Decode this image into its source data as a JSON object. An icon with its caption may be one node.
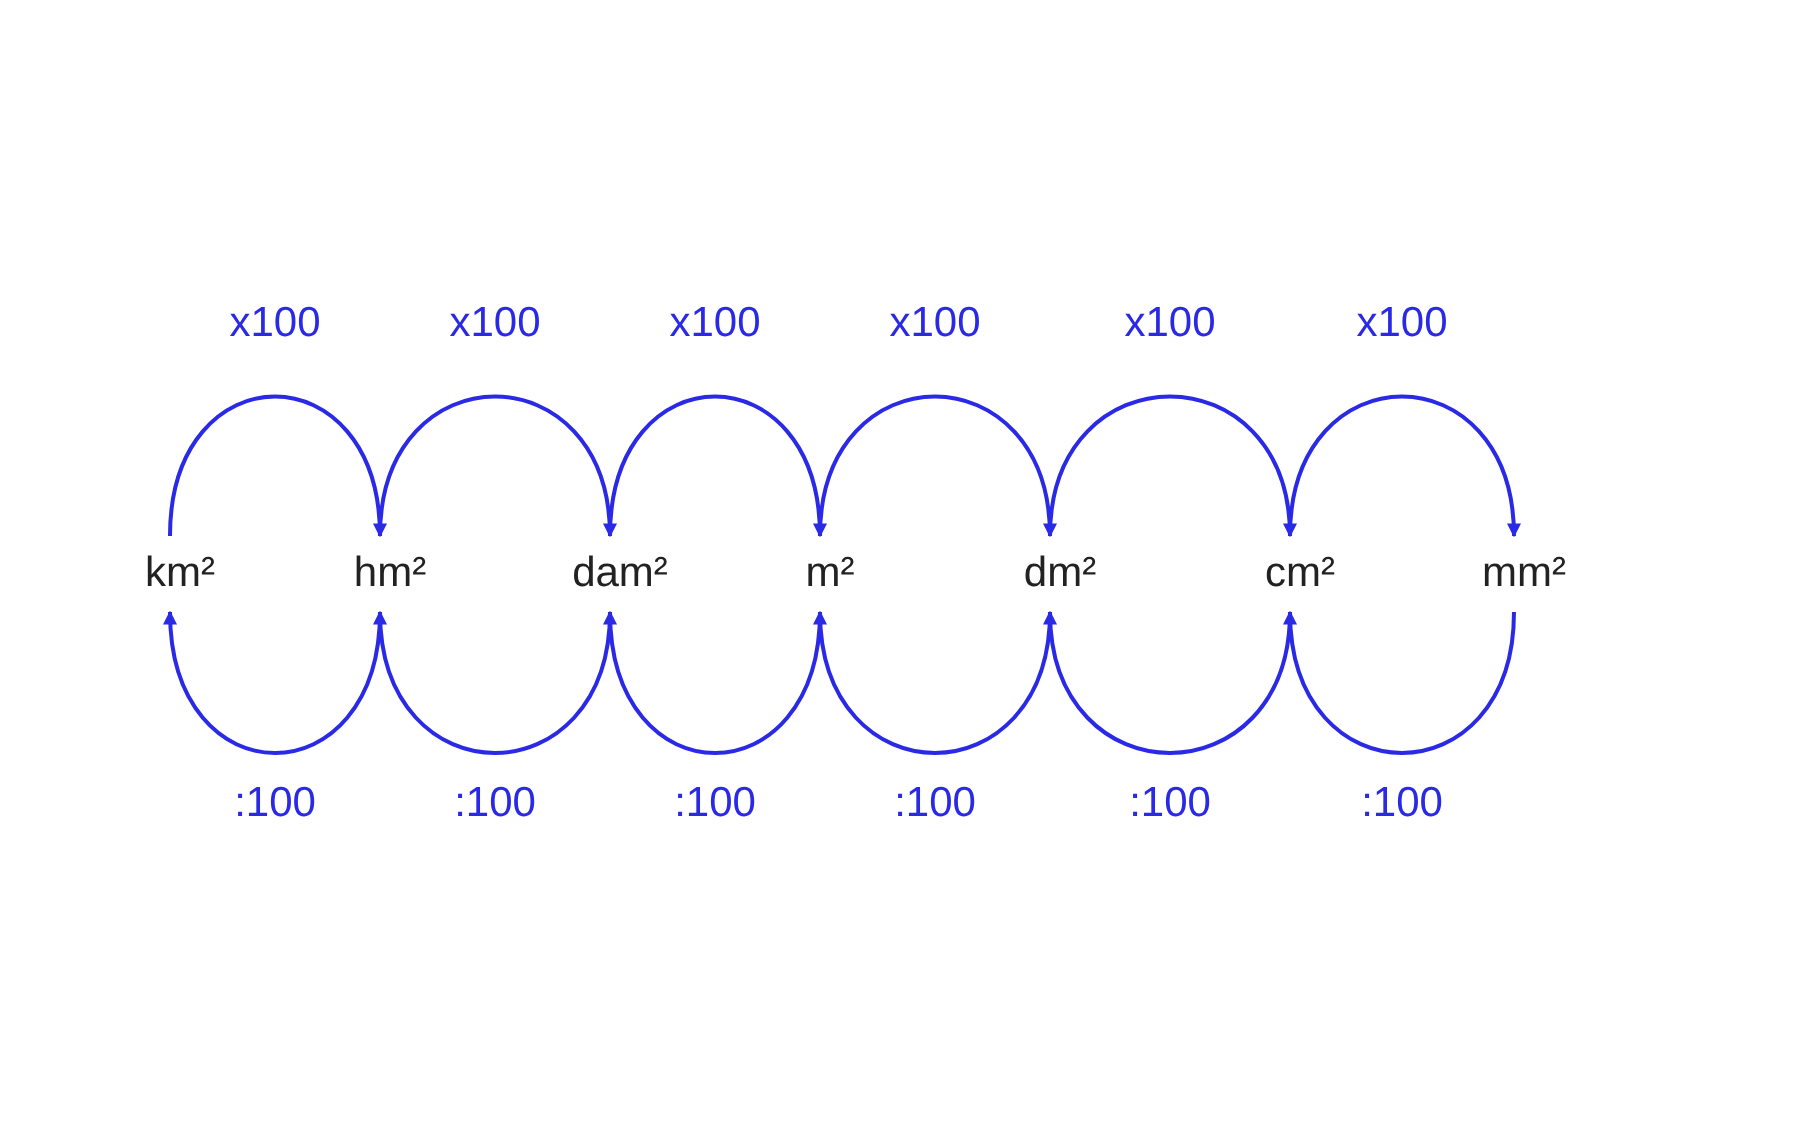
{
  "diagram": {
    "nodes": [
      {
        "text": [
          "km²"
        ]
      },
      {
        "text": [
          "hm²"
        ]
      },
      {
        "text": [
          "dam²"
        ]
      },
      {
        "text": [
          "m²"
        ]
      },
      {
        "text": [
          "dm²"
        ]
      },
      {
        "text": [
          "cm²"
        ]
      },
      {
        "text": [
          "mm²"
        ]
      }
    ],
    "edges": [
      {
        "from": 0,
        "to": 1,
        "arrow": "to",
        "label": "x100"
      },
      {
        "from": 1,
        "to": 2,
        "arrow": "to",
        "label": "x100"
      },
      {
        "from": 2,
        "to": 3,
        "arrow": "to",
        "label": "x100"
      },
      {
        "from": 3,
        "to": 4,
        "arrow": "to",
        "label": "x100"
      },
      {
        "from": 4,
        "to": 5,
        "arrow": "to",
        "label": "x100"
      },
      {
        "from": 5,
        "to": 6,
        "arrow": "to",
        "label": "x100"
      },
      {
        "from": 1,
        "to": 0,
        "arrow": "to",
        "label": ":100"
      },
      {
        "from": 2,
        "to": 1,
        "arrow": "to",
        "label": ":100"
      },
      {
        "from": 3,
        "to": 2,
        "arrow": "to",
        "label": ":100"
      },
      {
        "from": 4,
        "to": 3,
        "arrow": "to",
        "label": ":100"
      },
      {
        "from": 5,
        "to": 4,
        "arrow": "to",
        "label": ":100"
      },
      {
        "from": 6,
        "to": 5,
        "arrow": "to",
        "label": ":100"
      }
    ]
  }
}
